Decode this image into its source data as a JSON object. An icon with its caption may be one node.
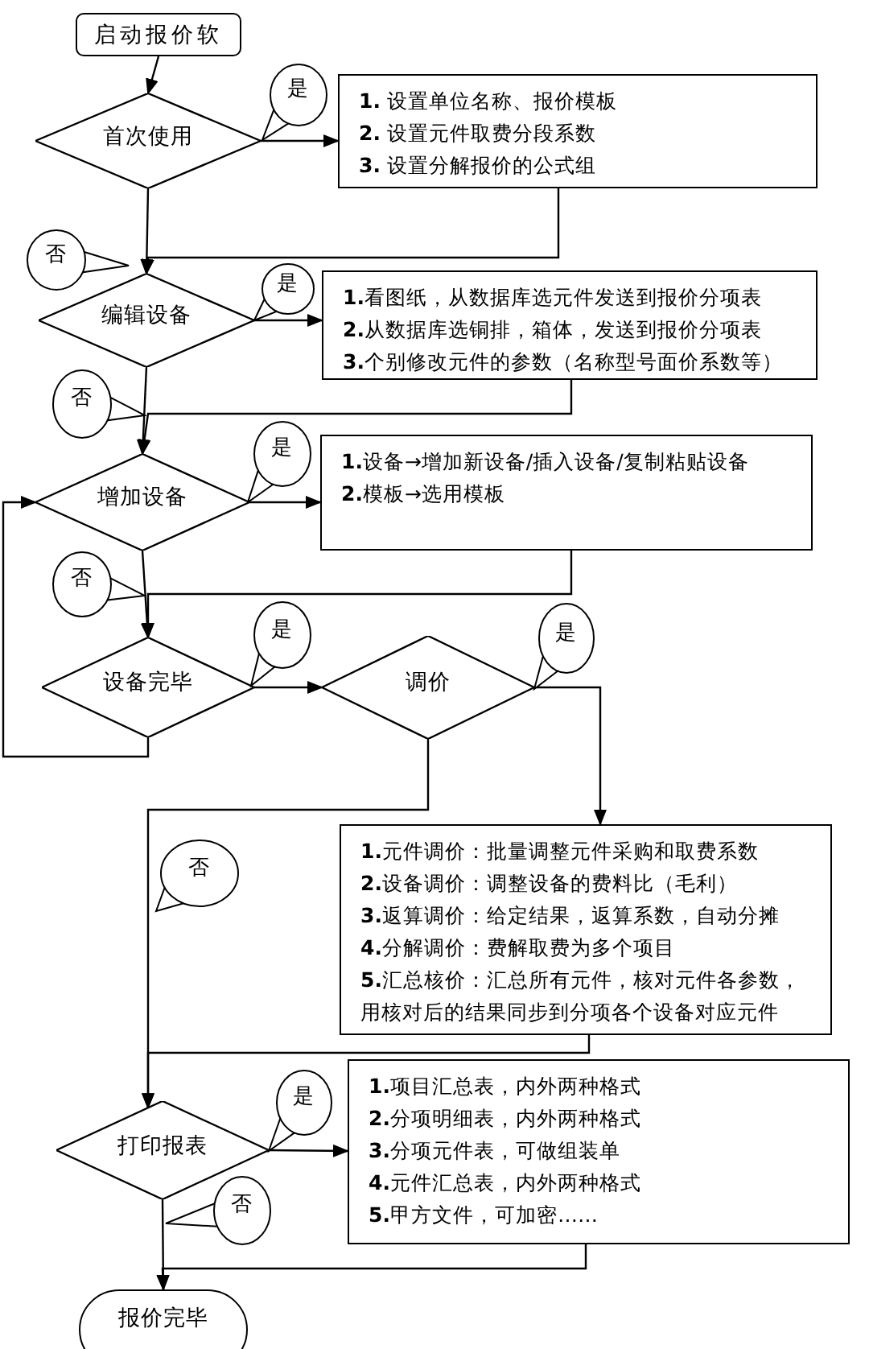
{
  "diagram": {
    "nodes": [
      {
        "text": [
          "启动报价软"
        ]
      },
      {
        "text": [
          "首次使用"
        ]
      },
      {
        "text": [
          "**1.** 设置单位名称、报价模板",
          "**2.** 设置元件取费分段系数",
          "**3.** 设置分解报价的公式组"
        ]
      },
      {
        "text": [
          "编辑设备"
        ]
      },
      {
        "text": [
          "**1.**看图纸，从数据库选元件发送到报价分项表",
          "**2.**从数据库选铜排，箱体，发送到报价分项表",
          "**3.**个别修改元件的参数（名称型号面价系数等）"
        ]
      },
      {
        "text": [
          "增加设备"
        ]
      },
      {
        "text": [
          "**1.**设备→增加新设备/插入设备/复制粘贴设备",
          "**2.**模板→选用模板"
        ]
      },
      {
        "text": [
          "设备完毕"
        ]
      },
      {
        "text": [
          "调价"
        ]
      },
      {
        "text": [
          "**1.**元件调价：批量调整元件采购和取费系数",
          "**2.**设备调价：调整设备的费料比（毛利）",
          "**3.**返算调价：给定结果，返算系数，自动分摊",
          "**4.**分解调价：费解取费为多个项目",
          "**5.**汇总核价：汇总所有元件，核对元件各参数，用核对后的结果同步到分项各个设备对应元件"
        ]
      },
      {
        "text": [
          "打印报表"
        ]
      },
      {
        "text": [
          "**1.**项目汇总表，内外两种格式",
          "**2.**分项明细表，内外两种格式",
          "**3.**分项元件表，可做组装单",
          "**4.**元件汇总表，内外两种格式",
          "**5.**甲方文件，可加密……"
        ]
      },
      {
        "text": [
          "报价完毕"
        ]
      }
    ],
    "edges": [
      {
        "from": 0,
        "to": 1,
        "arrow": "to"
      },
      {
        "from": 1,
        "to": 2,
        "arrow": "to",
        "label": "是"
      },
      {
        "from": 1,
        "to": 3,
        "arrow": "to",
        "label": "否"
      },
      {
        "from": 2,
        "to": 3,
        "arrow": "to"
      },
      {
        "from": 3,
        "to": 4,
        "arrow": "to",
        "label": "是"
      },
      {
        "from": 3,
        "to": 5,
        "arrow": "to",
        "label": "否"
      },
      {
        "from": 4,
        "to": 5,
        "arrow": "to"
      },
      {
        "from": 5,
        "to": 6,
        "arrow": "to",
        "label": "是"
      },
      {
        "from": 5,
        "to": 7,
        "arrow": "to",
        "label": "否"
      },
      {
        "from": 6,
        "to": 7,
        "arrow": "to"
      },
      {
        "from": 7,
        "to": 8,
        "arrow": "to",
        "label": "是"
      },
      {
        "from": 7,
        "to": 5,
        "arrow": "to"
      },
      {
        "from": 8,
        "to": 9,
        "arrow": "to",
        "label": "是"
      },
      {
        "from": 8,
        "to": 10,
        "arrow": "to",
        "label": "否"
      },
      {
        "from": 9,
        "to": 10,
        "arrow": "to"
      },
      {
        "from": 10,
        "to": 11,
        "arrow": "to",
        "label": "是"
      },
      {
        "from": 10,
        "to": 12,
        "arrow": "to",
        "label": "否"
      },
      {
        "from": 11,
        "to": 12,
        "arrow": "to"
      }
    ]
  }
}
